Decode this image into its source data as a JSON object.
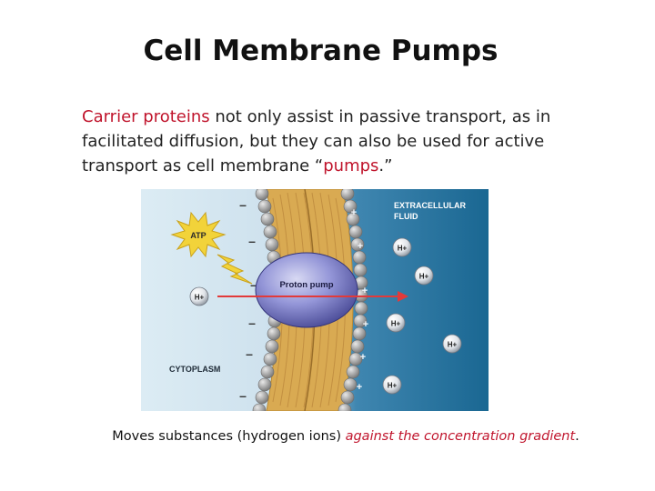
{
  "slide": {
    "title": "Cell Membrane Pumps",
    "paragraph": {
      "term_carrier": "Carrier proteins",
      "text_1": " not only assist in passive transport, as in facilitated diffusion, but they can also be used for active transport as cell membrane “",
      "term_pumps": "pumps",
      "text_2": ".”"
    },
    "caption": {
      "text_1": "Moves substances (hydrogen ions) ",
      "emphasis": "against the concentration gradient",
      "text_2": "."
    }
  },
  "diagram": {
    "label_extracellular": "EXTRACELLULAR FLUID",
    "label_extracellular_line1": "EXTRACELLULAR",
    "label_extracellular_line2": "FLUID",
    "label_cytoplasm": "CYTOPLASM",
    "label_atp": "ATP",
    "label_pump": "Proton pump",
    "ion_label": "H+",
    "minus_sign": "–",
    "plus_sign": "+",
    "colors": {
      "cytoplasm": "#d7e8f1",
      "extracellular": "#1e6e98",
      "lipid_tail": "#d9aa52",
      "lipid_head": "#a9a9a9",
      "pump": "#7c7fc9",
      "arrow": "#e23a3a",
      "atp_star": "#f2d33a"
    }
  }
}
